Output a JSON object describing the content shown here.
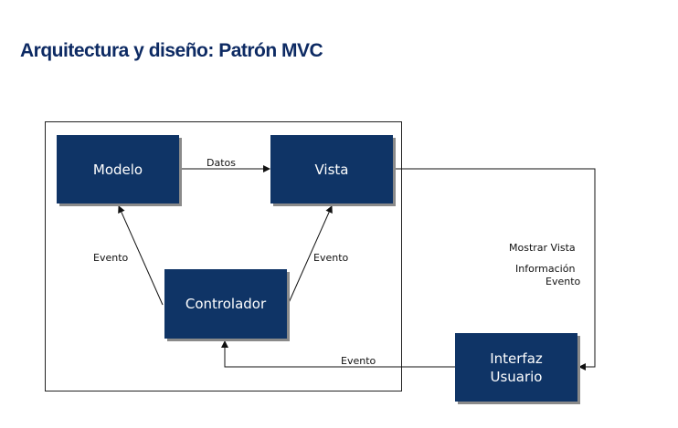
{
  "title": "Arquitectura y diseño: Patrón MVC",
  "nodes": {
    "modelo": "Modelo",
    "vista": "Vista",
    "controlador": "Controlador",
    "interfaz_line1": "Interfaz",
    "interfaz_line2": "Usuario"
  },
  "edges": {
    "datos": "Datos",
    "evento_modelo": "Evento",
    "evento_vista": "Evento",
    "evento_controlador": "Evento",
    "mostrar_vista": "Mostrar Vista",
    "informacion": "Información",
    "evento_interfaz": "Evento"
  },
  "colors": {
    "box_fill": "#0f3466",
    "title": "#0d2a63"
  }
}
